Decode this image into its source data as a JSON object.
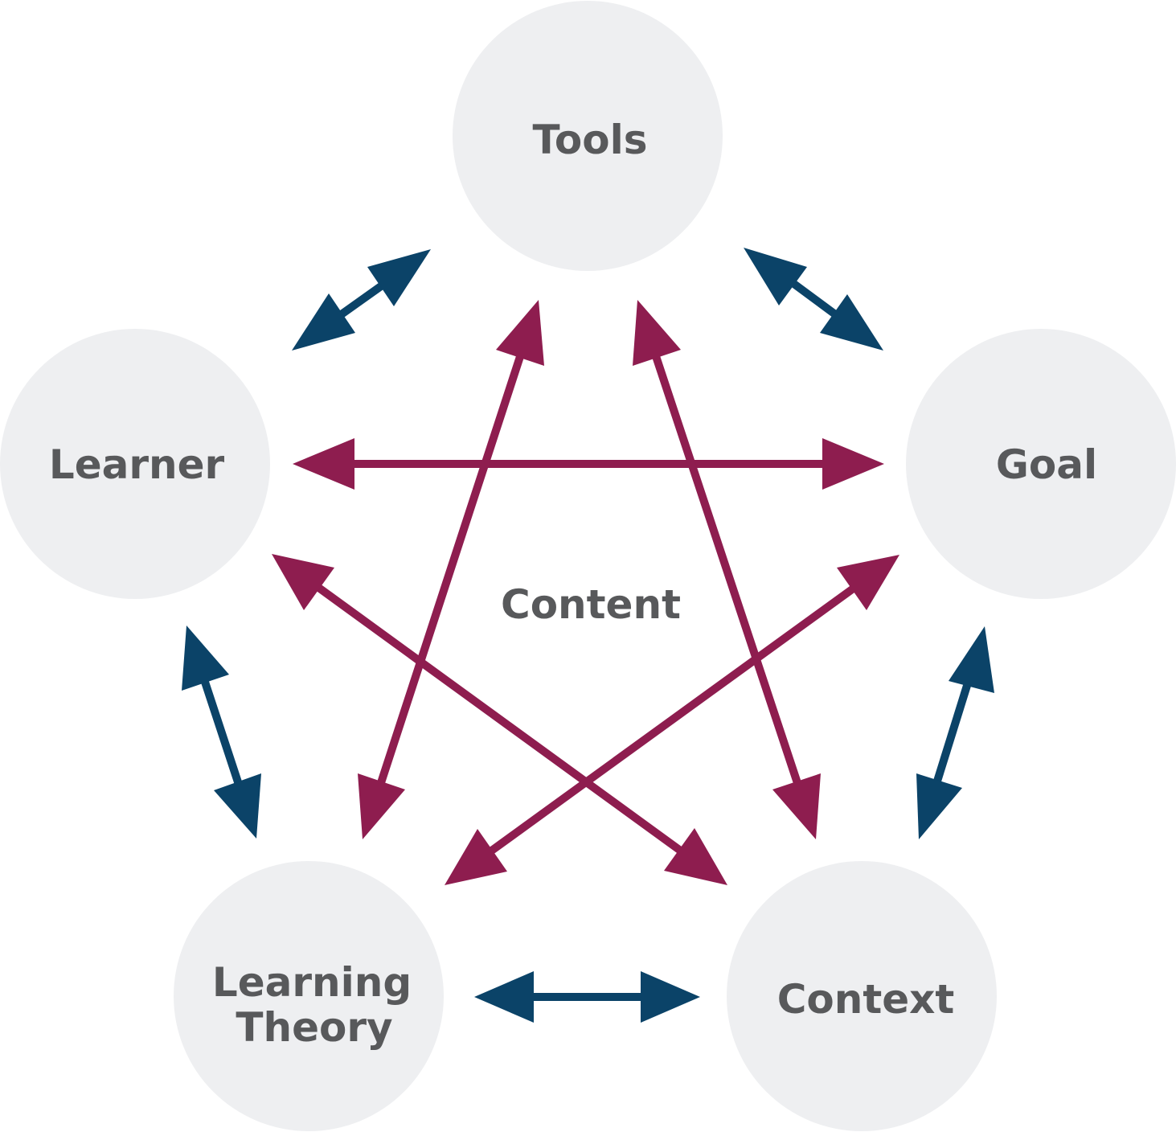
{
  "nodes": {
    "tools": {
      "label": "Tools"
    },
    "goal": {
      "label": "Goal"
    },
    "learner": {
      "label": "Learner"
    },
    "learning_theory": {
      "label_line1": "Learning",
      "label_line2": "Theory"
    },
    "context": {
      "label": "Context"
    }
  },
  "center": {
    "label": "Content"
  },
  "colors": {
    "node_fill": "#eeeff1",
    "text": "#58595b",
    "outer_arrows": "#0b4368",
    "inner_arrows": "#8e1d4f"
  },
  "connections": {
    "outer": [
      {
        "from": "learner",
        "to": "tools"
      },
      {
        "from": "tools",
        "to": "goal"
      },
      {
        "from": "goal",
        "to": "context"
      },
      {
        "from": "learning_theory",
        "to": "context"
      },
      {
        "from": "learner",
        "to": "learning_theory"
      }
    ],
    "inner": [
      {
        "from": "learner",
        "to": "goal"
      },
      {
        "from": "tools",
        "to": "learning_theory"
      },
      {
        "from": "tools",
        "to": "context"
      },
      {
        "from": "learner",
        "to": "context"
      },
      {
        "from": "goal",
        "to": "learning_theory"
      }
    ]
  }
}
